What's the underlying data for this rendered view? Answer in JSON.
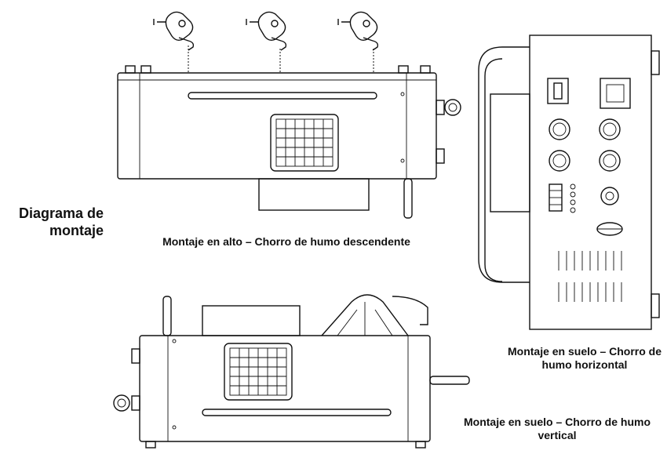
{
  "labels": {
    "title": "Diagrama de montaje",
    "hanging": "Montaje en alto – Chorro de humo descendente",
    "floor_horizontal": "Montaje en suelo – Chorro de humo horizontal",
    "floor_vertical": "Montaje en suelo – Chorro de humo vertical"
  },
  "icons": [
    "clamp-icon",
    "fog-machine-icon",
    "power-switch-icon",
    "power-inlet-icon",
    "xlr-connector-icon",
    "dip-switch-icon",
    "led-indicator-icon",
    "fuse-holder-icon"
  ]
}
